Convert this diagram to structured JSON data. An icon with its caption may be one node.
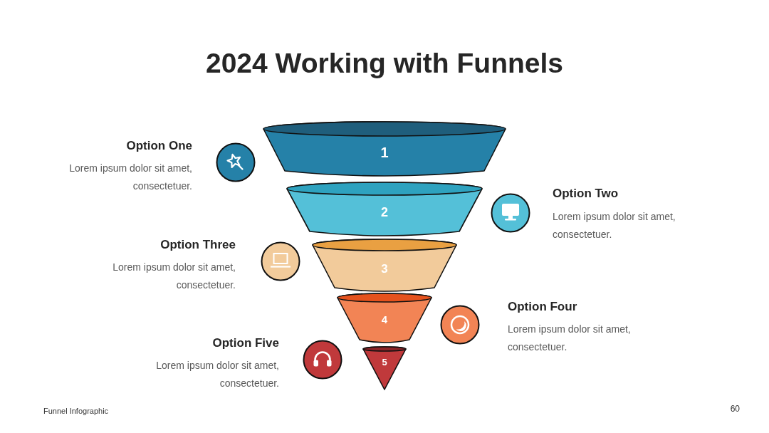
{
  "diagram": {
    "title": "2024 Working with Funnels",
    "nodes": [
      {
        "text": [
          "1"
        ],
        "beside": [
          "Option One",
          "Lorem ipsum dolor sit amet, consectetuer."
        ]
      },
      {
        "text": [
          "2"
        ],
        "beside": [
          "Option Two",
          "Lorem ipsum dolor sit amet, consectetuer."
        ]
      },
      {
        "text": [
          "3"
        ],
        "beside": [
          "Option Three",
          "Lorem ipsum dolor sit amet, consectetuer."
        ]
      },
      {
        "text": [
          "4"
        ],
        "beside": [
          "Option Four",
          "Lorem ipsum dolor sit amet, consectetuer."
        ]
      },
      {
        "text": [
          "5"
        ],
        "beside": [
          "Option Five",
          "Lorem ipsum dolor sit amet, consectetuer."
        ]
      }
    ],
    "labels": [
      "Funnel Infographic",
      "60"
    ]
  }
}
